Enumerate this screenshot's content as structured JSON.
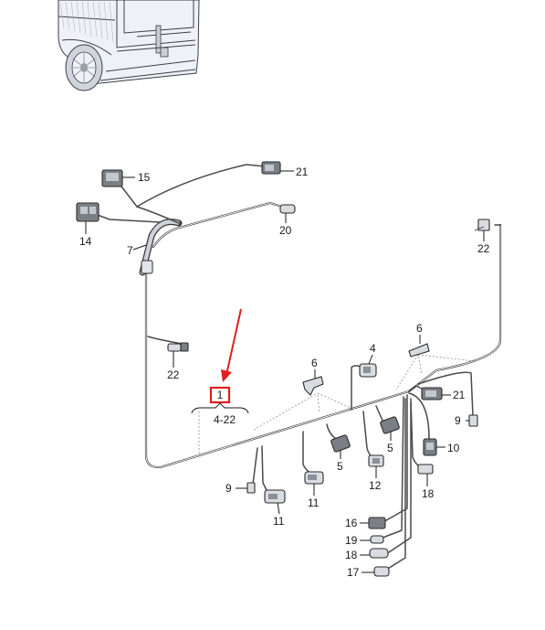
{
  "diagram": {
    "callouts": {
      "c15": "15",
      "c21_top": "21",
      "c14": "14",
      "c20": "20",
      "c7": "7",
      "c22_right": "22",
      "c22_left": "22",
      "c6_right": "6",
      "c4": "4",
      "c6_mid": "6",
      "c21_right": "21",
      "c9_right": "9",
      "c5_right": "5",
      "c10": "10",
      "c5_mid": "5",
      "c12": "12",
      "c18_upper": "18",
      "c9_left": "9",
      "c11_mid": "11",
      "c11_left": "11",
      "c16": "16",
      "c19": "19",
      "c18_lower": "18",
      "c17": "17"
    },
    "part_number": "1",
    "range_label": "4-22",
    "colors": {
      "highlight": "#e0201c",
      "arrow": "#e0201c",
      "wire": "#3a3a3a",
      "vehicle_fill": "#eef1f5"
    }
  }
}
